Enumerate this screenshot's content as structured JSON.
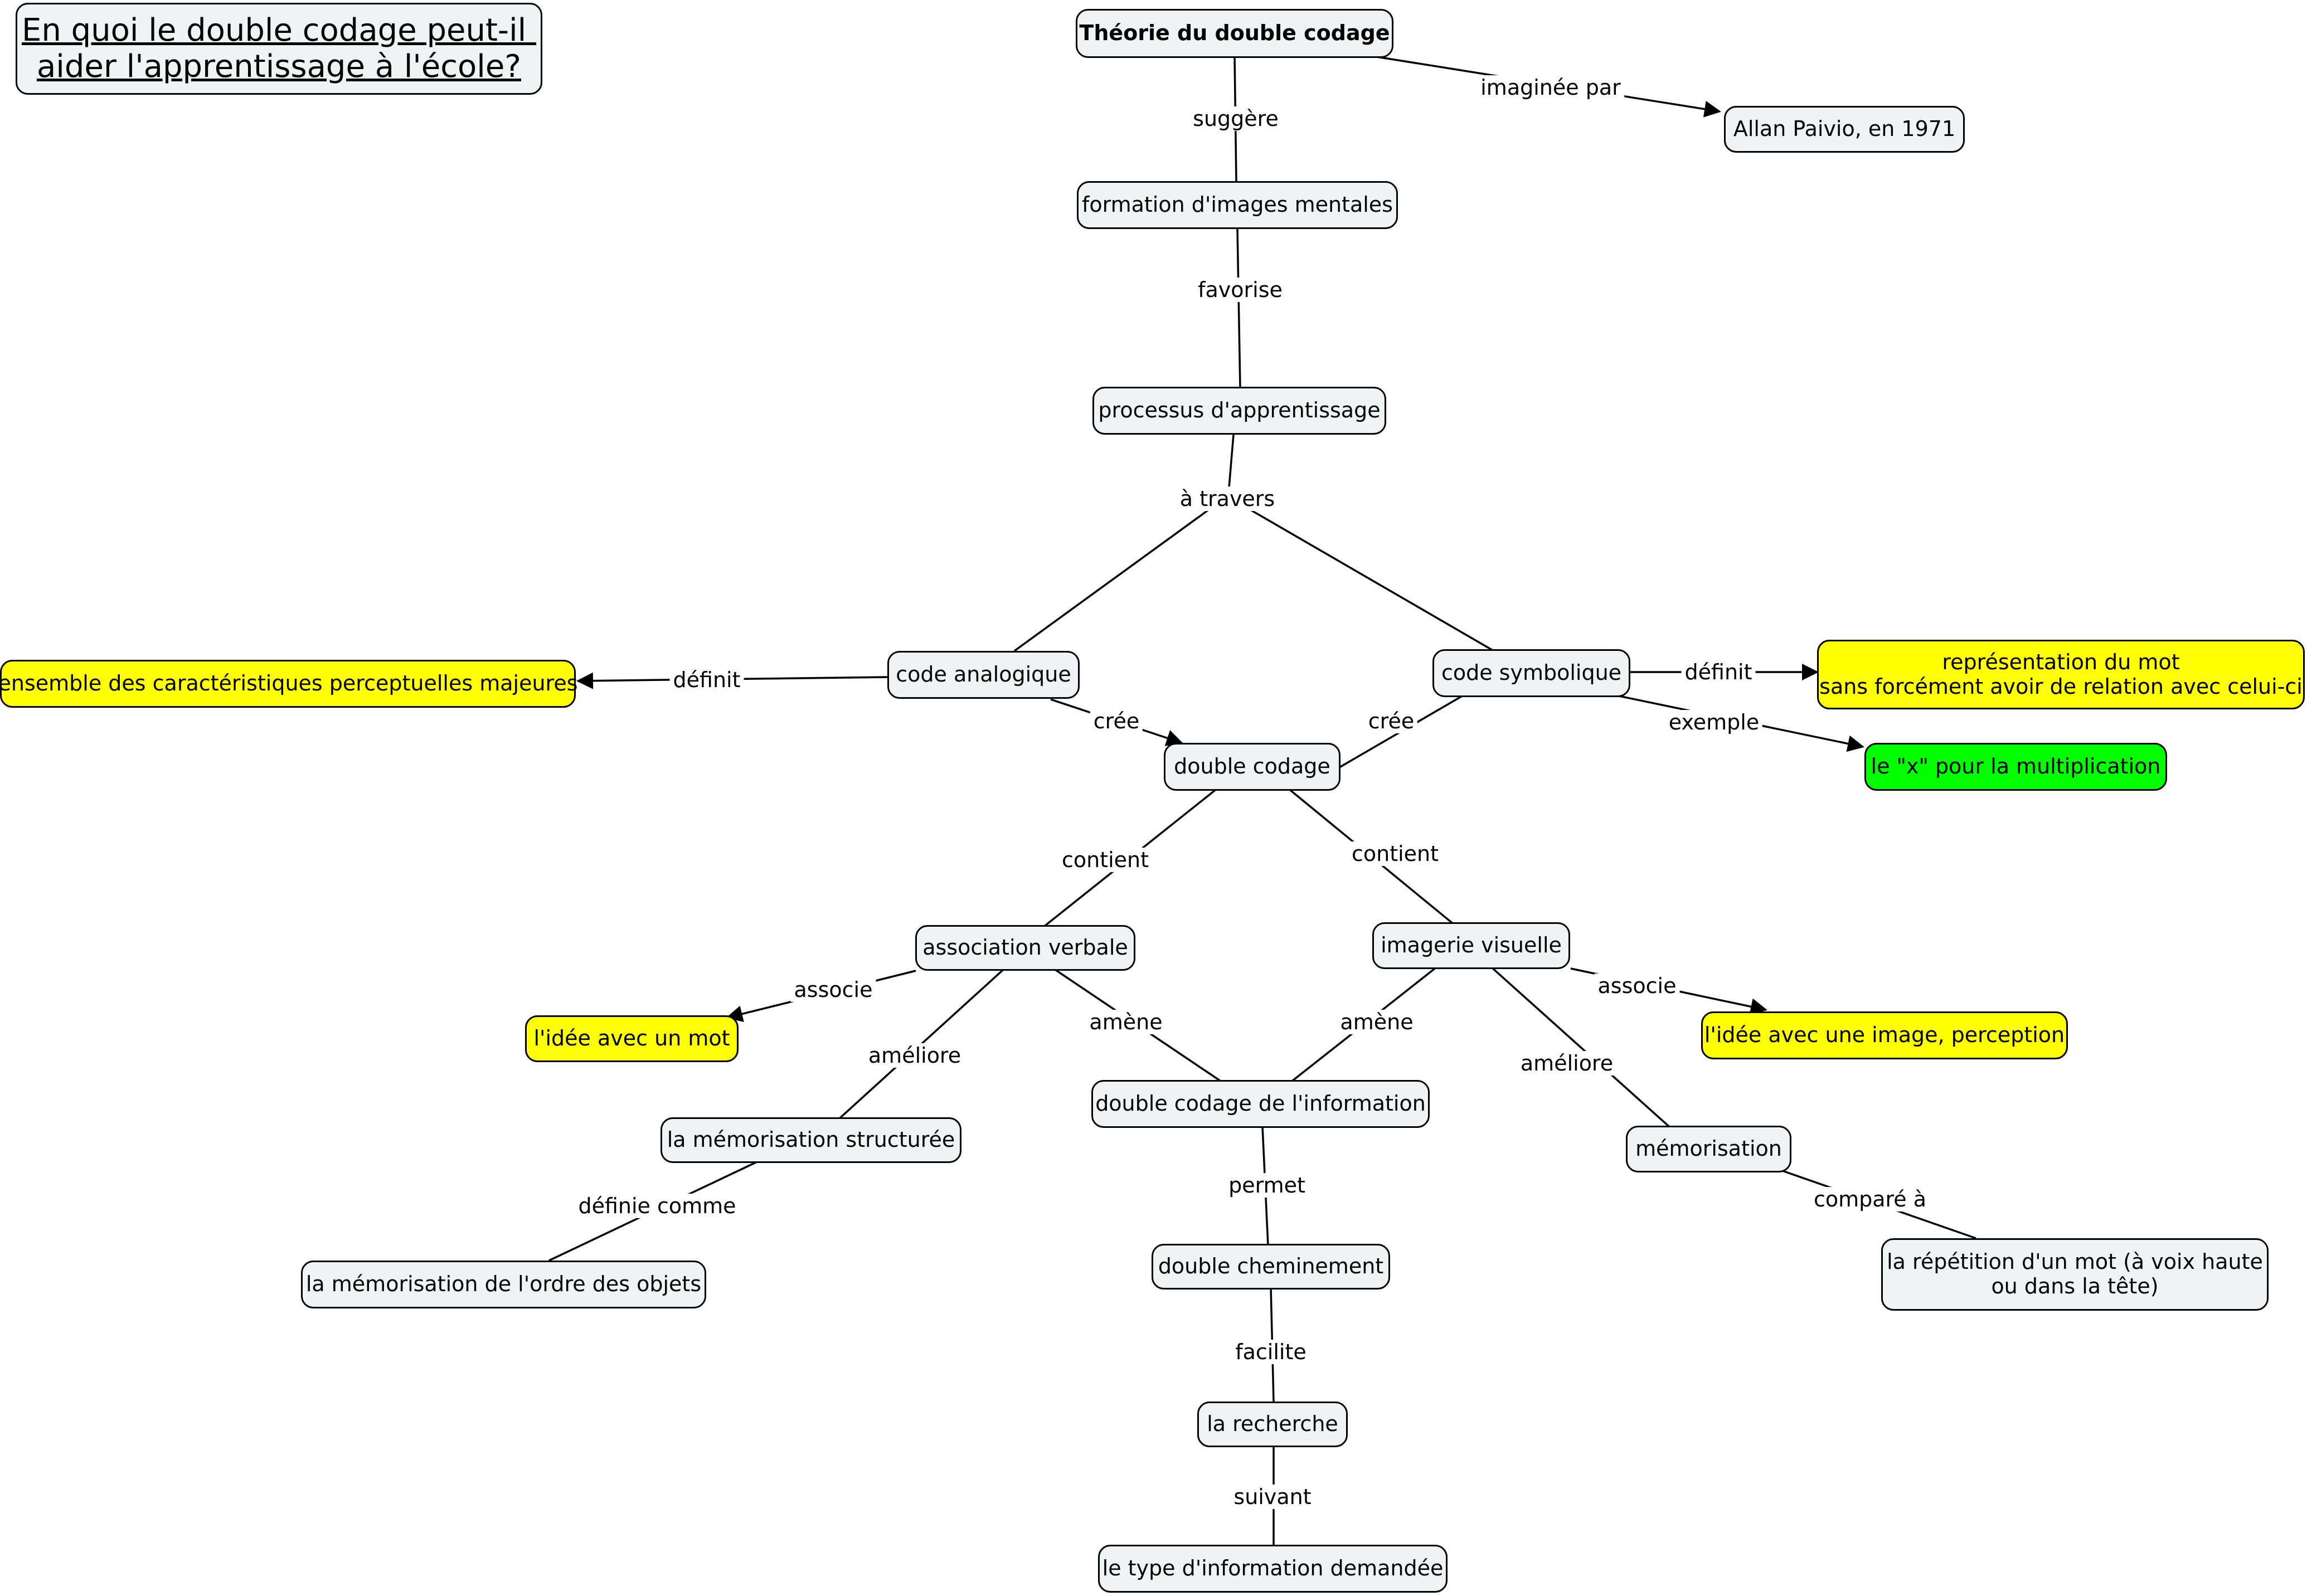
{
  "title": "En quoi le double codage peut-il \naider l'apprentissage à l'école?",
  "concepts": {
    "theorie": "Théorie du double codage",
    "paivio": "Allan Paivio, en 1971",
    "images_mentales": "formation d'images mentales",
    "processus": "processus d'apprentissage",
    "code_analogique": "code analogique",
    "code_symbolique": "code symbolique",
    "ensemble": "ensemble des caractéristiques perceptuelles majeures",
    "representation": "représentation du mot\nsans forcément avoir de relation avec celui-ci",
    "x_multiplication": "le \"x\" pour la multiplication",
    "double_codage": "double codage",
    "association_verbale": "association verbale",
    "imagerie_visuelle": "imagerie visuelle",
    "idee_mot": "l'idée avec un mot",
    "idee_image": "l'idée avec une image, perception",
    "memorisation_structuree": "la mémorisation structurée",
    "double_codage_info": "double codage de l'information",
    "memorisation": "mémorisation",
    "memorisation_ordre": "la mémorisation de l'ordre des objets",
    "repetition": "la répétition d'un mot (à voix haute\nou dans la tête)",
    "double_cheminement": "double cheminement",
    "recherche": "la recherche",
    "type_info": "le type d'information demandée"
  },
  "links": {
    "suggere": "suggère",
    "imaginee_par": "imaginée par",
    "favorise": "favorise",
    "a_travers": "à travers",
    "definit_gauche": "définit",
    "definit_droite": "définit",
    "cree_gauche": "crée",
    "cree_droite": "crée",
    "exemple": "exemple",
    "contient_gauche": "contient",
    "contient_droite": "contient",
    "associe_gauche": "associe",
    "associe_droite": "associe",
    "ameliore_gauche": "améliore",
    "ameliore_droite": "améliore",
    "amene_gauche": "amène",
    "amene_droite": "amène",
    "definie_comme": "définie comme",
    "compare_a": "comparé à",
    "permet": "permet",
    "facilite": "facilite",
    "suivant": "suivant"
  },
  "colors": {
    "node_fill": "#eef4f5",
    "highlight_yellow": "#ffff00",
    "highlight_green": "#00ff00",
    "stroke": "#000000"
  }
}
